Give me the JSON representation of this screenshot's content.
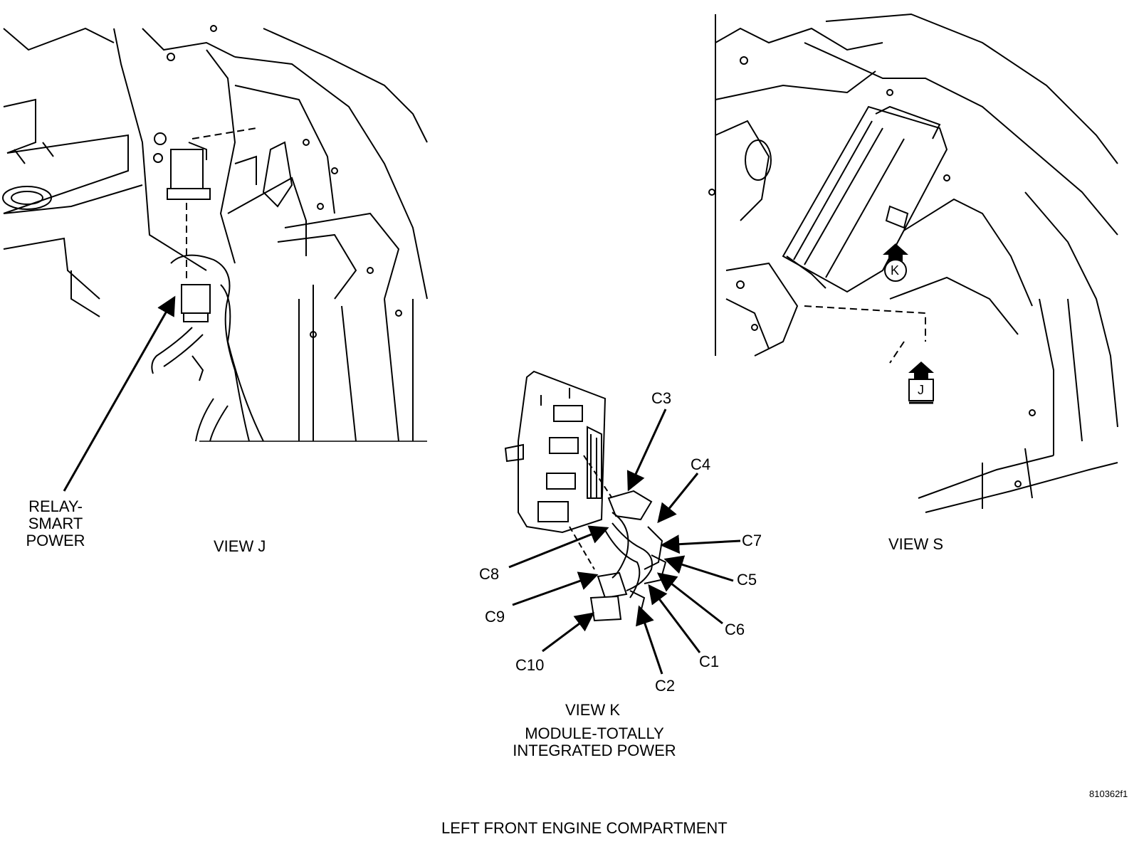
{
  "view_j": {
    "title": "VIEW J",
    "relay_label": [
      "RELAY-",
      "SMART",
      "POWER"
    ]
  },
  "view_s": {
    "title": "VIEW S",
    "callout_k": "K",
    "callout_j": "J"
  },
  "view_k": {
    "title": "VIEW K",
    "module_label": [
      "MODULE-TOTALLY",
      "INTEGRATED POWER"
    ],
    "connectors": {
      "c1": "C1",
      "c2": "C2",
      "c3": "C3",
      "c4": "C4",
      "c5": "C5",
      "c6": "C6",
      "c7": "C7",
      "c8": "C8",
      "c9": "C9",
      "c10": "C10"
    }
  },
  "figure_number": "810362f1",
  "caption": "LEFT FRONT ENGINE COMPARTMENT"
}
